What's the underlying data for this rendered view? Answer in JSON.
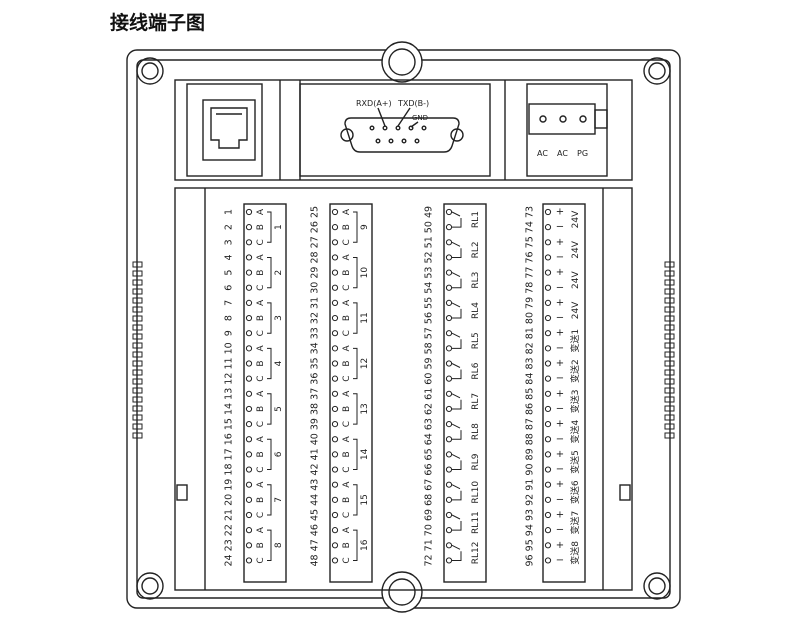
{
  "title": "接线端子图",
  "rj45": {
    "icon": "rj45-port-icon"
  },
  "db9": {
    "rxd_label": "RXD(A+)",
    "txd_label": "TXD(B-)",
    "gnd_label": "GND"
  },
  "power": {
    "pin_labels": [
      "AC",
      "AC",
      "PG"
    ]
  },
  "group1": {
    "terminal_numbers": [
      "1",
      "2",
      "3",
      "4",
      "5",
      "6",
      "7",
      "8",
      "9",
      "10",
      "11",
      "12",
      "13",
      "14",
      "15",
      "16",
      "17",
      "18",
      "19",
      "20",
      "21",
      "22",
      "23",
      "24"
    ],
    "pin_letters": [
      "A",
      "B",
      "C"
    ],
    "channel_labels": [
      "1",
      "2",
      "3",
      "4",
      "5",
      "6",
      "7",
      "8"
    ]
  },
  "group2": {
    "terminal_numbers": [
      "25",
      "26",
      "27",
      "28",
      "29",
      "30",
      "31",
      "32",
      "33",
      "34",
      "35",
      "36",
      "37",
      "38",
      "39",
      "40",
      "41",
      "42",
      "43",
      "44",
      "45",
      "46",
      "47",
      "48"
    ],
    "pin_letters": [
      "A",
      "B",
      "C"
    ],
    "channel_labels": [
      "9",
      "10",
      "11",
      "12",
      "13",
      "14",
      "15",
      "16"
    ]
  },
  "relays": {
    "terminal_numbers": [
      "49",
      "50",
      "51",
      "52",
      "53",
      "54",
      "55",
      "56",
      "57",
      "58",
      "59",
      "60",
      "61",
      "62",
      "63",
      "64",
      "65",
      "66",
      "67",
      "68",
      "69",
      "70",
      "71",
      "72"
    ],
    "labels": [
      "RL1",
      "RL2",
      "RL3",
      "RL4",
      "RL5",
      "RL6",
      "RL7",
      "RL8",
      "RL9",
      "RL10",
      "RL11",
      "RL12"
    ]
  },
  "outputs": {
    "terminal_numbers": [
      "73",
      "74",
      "75",
      "76",
      "77",
      "78",
      "79",
      "80",
      "81",
      "82",
      "83",
      "84",
      "85",
      "86",
      "87",
      "88",
      "89",
      "90",
      "91",
      "92",
      "93",
      "94",
      "95",
      "96"
    ],
    "labels": [
      "24V",
      "24V",
      "24V",
      "24V",
      "变送1",
      "变送2",
      "变送3",
      "变送4",
      "变送5",
      "变送6",
      "变送7",
      "变送8"
    ]
  }
}
